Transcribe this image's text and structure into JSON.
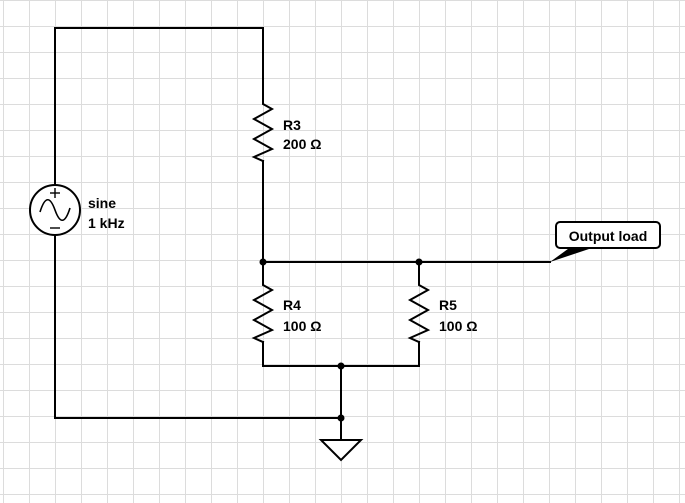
{
  "source": {
    "type": "sine",
    "freq": "1 kHz"
  },
  "resistors": {
    "r3": {
      "name": "R3",
      "value": "200 Ω"
    },
    "r4": {
      "name": "R4",
      "value": "100 Ω"
    },
    "r5": {
      "name": "R5",
      "value": "100 Ω"
    }
  },
  "net_label": "Output load"
}
